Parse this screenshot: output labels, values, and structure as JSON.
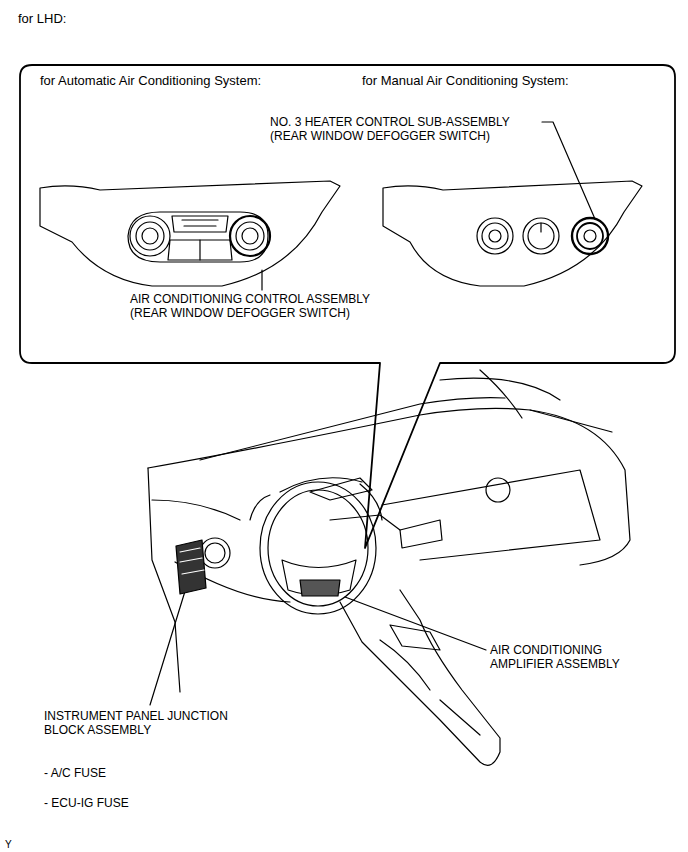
{
  "diagram": {
    "title": "for LHD:",
    "nodes": [
      {
        "text": [
          "for Automatic Air Conditioning System:",
          "for Manual Air Conditioning System:"
        ]
      }
    ],
    "labels": [
      "NO. 3 HEATER CONTROL SUB-ASSEMBLY (REAR WINDOW DEFOGGER SWITCH)",
      "AIR CONDITIONING CONTROL ASSEMBLY (REAR WINDOW DEFOGGER SWITCH)",
      "AIR CONDITIONING AMPLIFIER ASSEMBLY",
      "INSTRUMENT PANEL JUNCTION BLOCK ASSEMBLY",
      "- A/C FUSE",
      "- ECU-IG FUSE",
      "Y"
    ]
  }
}
